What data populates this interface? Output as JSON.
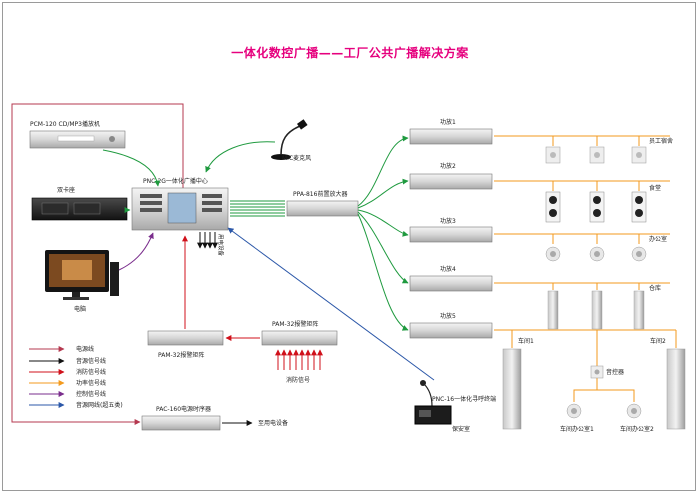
{
  "title": "一体化数控广播——工厂公共广播解决方案",
  "devices": {
    "cd_player": "PCM-120 CD/MP3播放机",
    "mic": "MIC麦克风",
    "cassette": "双卡座",
    "computer": "电脑",
    "center": "PNC-2G一体化广播中心",
    "preamp": "PPA-816前置放大器",
    "power_equipment": "用电设备",
    "alarm_matrix": "PAM-32报警矩阵",
    "fire_signal": "消防信号",
    "power_sequencer": "PAC-160电源时序器",
    "to_power_equipment": "至用电设备",
    "paging_terminal": "PNC-16一体化寻呼终端",
    "security_room": "保安室"
  },
  "amplifiers": [
    "功放1",
    "功放2",
    "功放3",
    "功放4",
    "功放5"
  ],
  "zones": {
    "dorm": "员工宿舍",
    "canteen": "食堂",
    "office": "办公室",
    "warehouse": "仓库",
    "workshop1": "车间1",
    "workshop2": "车间2",
    "volume_control": "音控器",
    "workshop_office1": "车间办公室1",
    "workshop_office2": "车间办公室2"
  },
  "legend": [
    {
      "label": "电源线",
      "color": "#b5384f"
    },
    {
      "label": "音源信号线",
      "color": "#1f9a3f"
    },
    {
      "label": "消防信号线",
      "color": "#d0111b"
    },
    {
      "label": "功率信号线",
      "color": "#f39a1e"
    },
    {
      "label": "控制信号线",
      "color": "#7a2d8c"
    },
    {
      "label": "音源网线(超五类)",
      "color": "#2b57a8"
    }
  ]
}
